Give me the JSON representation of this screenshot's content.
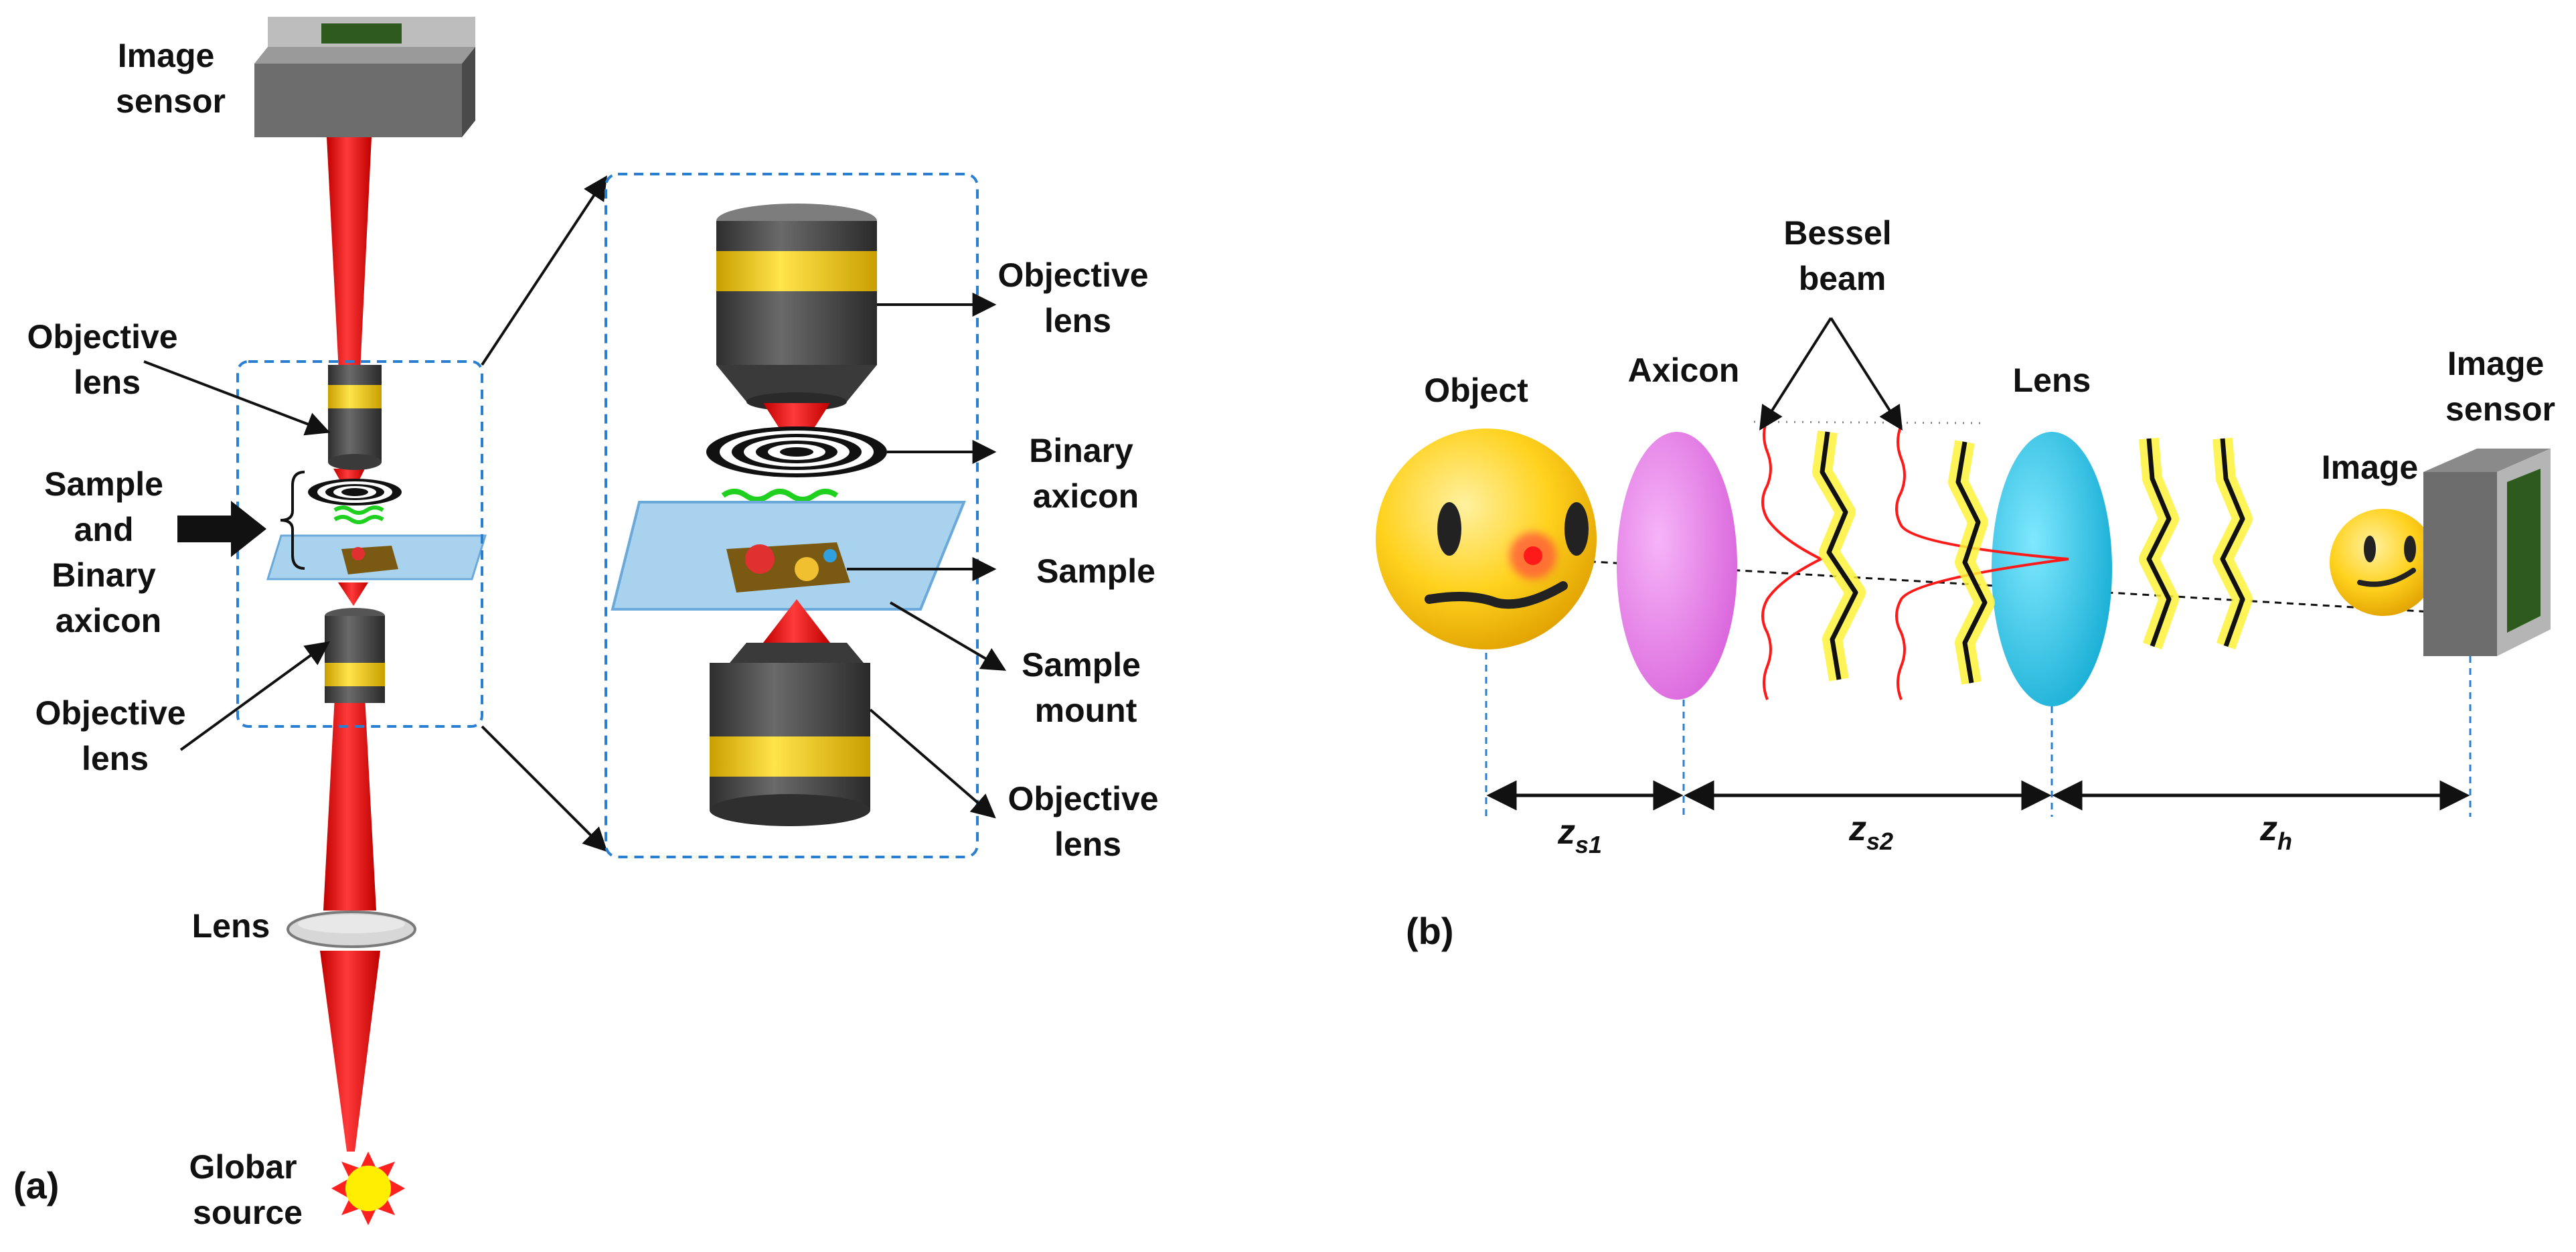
{
  "panel_a": {
    "panel_label": "(a)",
    "labels": {
      "image_sensor": [
        "Image",
        "sensor"
      ],
      "objective_top": [
        "Objective",
        "lens"
      ],
      "sample_axicon": [
        "Sample",
        "and",
        "Binary",
        "axicon"
      ],
      "objective_bottom": [
        "Objective",
        "lens"
      ],
      "lens": [
        "Lens"
      ],
      "globar_source": [
        "Globar",
        "source"
      ]
    },
    "inset_labels": {
      "objective_top": [
        "Objective",
        "lens"
      ],
      "binary_axicon": [
        "Binary",
        "axicon"
      ],
      "sample": [
        "Sample"
      ],
      "sample_mount": [
        "Sample",
        "mount"
      ],
      "objective_bottom": [
        "Objective",
        "lens"
      ]
    }
  },
  "panel_b": {
    "panel_label": "(b)",
    "labels": {
      "bessel_beam": [
        "Bessel",
        "beam"
      ],
      "object": [
        "Object"
      ],
      "axicon": [
        "Axicon"
      ],
      "lens": [
        "Lens"
      ],
      "image_sensor": [
        "Image",
        "sensor"
      ],
      "image": [
        "Image"
      ]
    },
    "distances": [
      {
        "main": "z",
        "sub": "s1"
      },
      {
        "main": "z",
        "sub": "s2"
      },
      {
        "main": "z",
        "sub": "h"
      }
    ]
  },
  "colors": {
    "beam_red": "#ff1a1a",
    "objective_body": "#4a4a4a",
    "objective_band": "#f2cc1a",
    "inset_border": "#2a7fd0",
    "axicon_pink": "#ee7ff0",
    "lens_cyan": "#14bfe6",
    "face_yellow": "#ffd21e",
    "bessel_glow": "#fff23a"
  }
}
